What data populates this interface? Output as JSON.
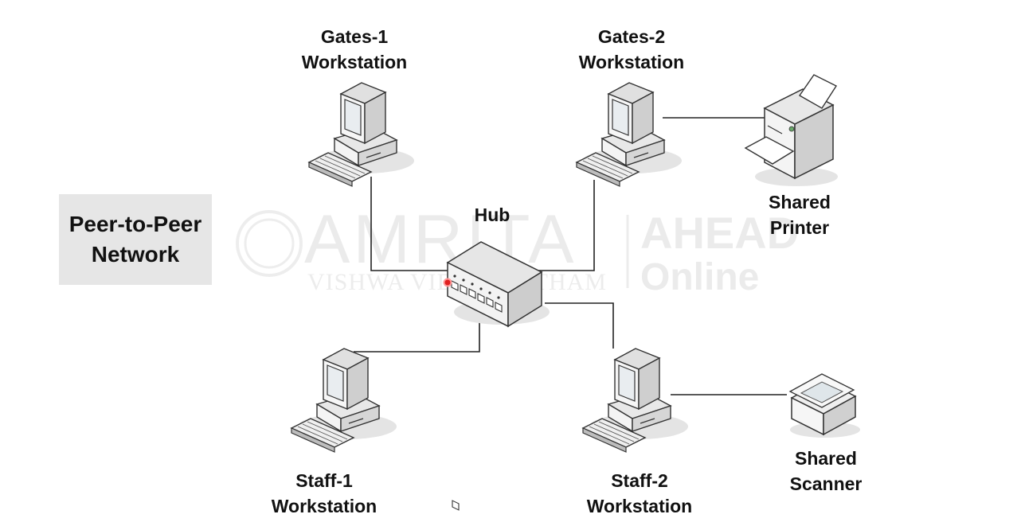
{
  "title": [
    "Peer-to-Peer",
    "Network"
  ],
  "hub": {
    "label": "Hub"
  },
  "nodes": {
    "gates1": {
      "line1": "Gates-1",
      "line2": "Workstation"
    },
    "gates2": {
      "line1": "Gates-2",
      "line2": "Workstation"
    },
    "staff1": {
      "line1": "Staff-1",
      "line2": "Workstation"
    },
    "staff2": {
      "line1": "Staff-2",
      "line2": "Workstation"
    },
    "printer": {
      "line1": "Shared",
      "line2": "Printer"
    },
    "scanner": {
      "line1": "Shared",
      "line2": "Scanner"
    }
  },
  "watermark": {
    "brand": "AMRITA",
    "sub": "VISHWA VIDYAPEETHAM",
    "ahead": "AHEAD",
    "online": "Online"
  },
  "colors": {
    "line": "#222222",
    "hub_led": "#e02020",
    "title_bg": "#e6e6e6",
    "watermark": "#e9e9e9"
  }
}
